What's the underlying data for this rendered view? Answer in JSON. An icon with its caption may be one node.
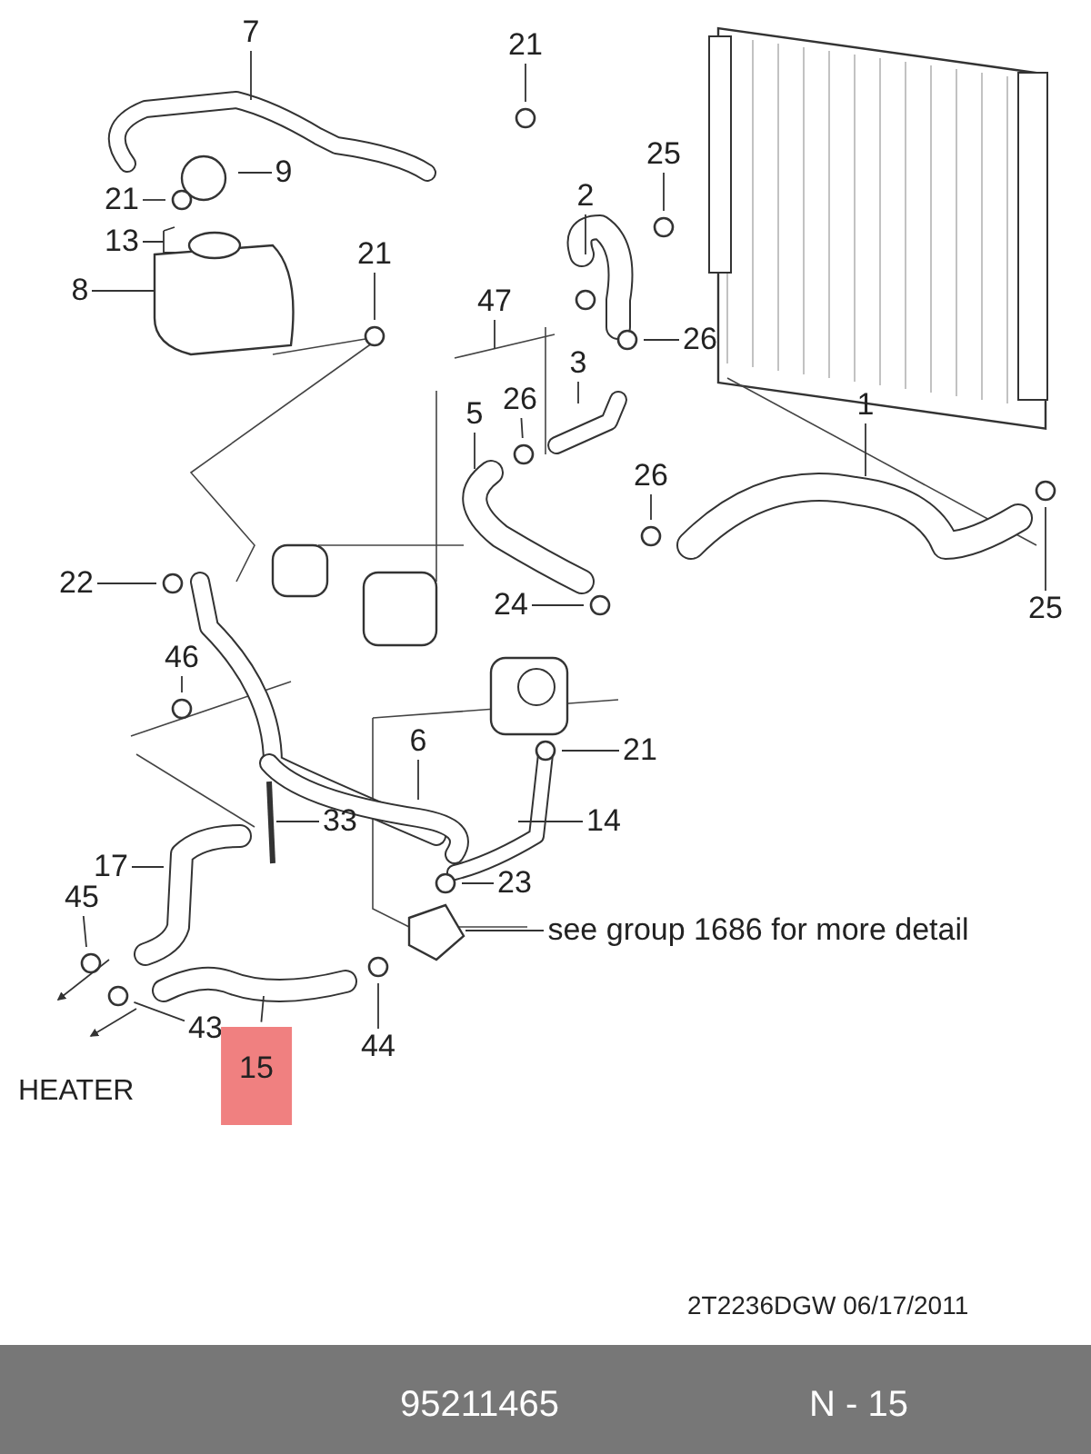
{
  "diagram": {
    "nodes": [
      {
        "text": [
          "7"
        ]
      },
      {
        "text": [
          "21"
        ]
      },
      {
        "text": [
          "25"
        ]
      },
      {
        "text": [
          "9"
        ]
      },
      {
        "text": [
          "2"
        ]
      },
      {
        "text": [
          "21"
        ]
      },
      {
        "text": [
          "13"
        ]
      },
      {
        "text": [
          "21"
        ]
      },
      {
        "text": [
          "8"
        ]
      },
      {
        "text": [
          "47"
        ]
      },
      {
        "text": [
          "26"
        ]
      },
      {
        "text": [
          "26"
        ]
      },
      {
        "text": [
          "3"
        ]
      },
      {
        "text": [
          "1"
        ]
      },
      {
        "text": [
          "5"
        ]
      },
      {
        "text": [
          "26"
        ]
      },
      {
        "text": [
          "22"
        ]
      },
      {
        "text": [
          "24"
        ]
      },
      {
        "text": [
          "25"
        ]
      },
      {
        "text": [
          "46"
        ]
      },
      {
        "text": [
          "6"
        ]
      },
      {
        "text": [
          "21"
        ]
      },
      {
        "text": [
          "33"
        ]
      },
      {
        "text": [
          "14"
        ]
      },
      {
        "text": [
          "17"
        ]
      },
      {
        "text": [
          "23"
        ]
      },
      {
        "text": [
          "45"
        ]
      },
      {
        "text": [
          "see group 1686 for more detail"
        ]
      },
      {
        "text": [
          "43"
        ]
      },
      {
        "text": [
          "44"
        ]
      },
      {
        "text": [
          "15"
        ]
      }
    ],
    "edges": [
      {
        "from": 0,
        "to": null,
        "arrow": "none"
      },
      {
        "from": 1,
        "to": null,
        "arrow": "none"
      },
      {
        "from": 2,
        "to": null,
        "arrow": "none"
      },
      {
        "from": 3,
        "to": null,
        "arrow": "none"
      },
      {
        "from": 4,
        "to": null,
        "arrow": "none"
      },
      {
        "from": 5,
        "to": null,
        "arrow": "none"
      },
      {
        "from": 6,
        "to": null,
        "arrow": "none"
      },
      {
        "from": 7,
        "to": null,
        "arrow": "none"
      },
      {
        "from": 8,
        "to": null,
        "arrow": "none"
      },
      {
        "from": 9,
        "to": null,
        "arrow": "none"
      },
      {
        "from": 10,
        "to": null,
        "arrow": "none"
      },
      {
        "from": 11,
        "to": null,
        "arrow": "none"
      },
      {
        "from": 12,
        "to": null,
        "arrow": "none"
      },
      {
        "from": 13,
        "to": null,
        "arrow": "none"
      },
      {
        "from": 14,
        "to": null,
        "arrow": "none"
      },
      {
        "from": 15,
        "to": null,
        "arrow": "none"
      },
      {
        "from": 16,
        "to": null,
        "arrow": "none"
      },
      {
        "from": 17,
        "to": null,
        "arrow": "none"
      },
      {
        "from": 18,
        "to": null,
        "arrow": "none"
      },
      {
        "from": 19,
        "to": null,
        "arrow": "none"
      },
      {
        "from": 20,
        "to": null,
        "arrow": "none"
      },
      {
        "from": 21,
        "to": null,
        "arrow": "none"
      },
      {
        "from": 22,
        "to": null,
        "arrow": "none"
      },
      {
        "from": 23,
        "to": null,
        "arrow": "none"
      },
      {
        "from": 24,
        "to": null,
        "arrow": "none"
      },
      {
        "from": 25,
        "to": null,
        "arrow": "none"
      },
      {
        "from": 26,
        "to": null,
        "arrow": "none"
      },
      {
        "from": 27,
        "to": null,
        "arrow": "none"
      },
      {
        "from": 28,
        "to": null,
        "arrow": "none"
      },
      {
        "from": 29,
        "to": null,
        "arrow": "none"
      },
      {
        "from": 30,
        "to": null,
        "arrow": "none"
      }
    ],
    "labels": [
      "HEATER",
      "2T2236DGW 06/17/2011",
      "95211465",
      "N - 15"
    ]
  }
}
